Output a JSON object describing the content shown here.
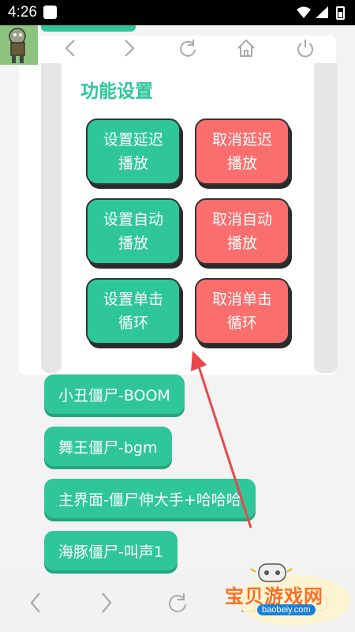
{
  "status_bar": {
    "time": "4:26"
  },
  "browser_nav": [
    "back-icon",
    "forward-icon",
    "refresh-icon",
    "home-icon",
    "power-icon"
  ],
  "section": {
    "title": "功能设置"
  },
  "buttons": [
    {
      "label": "设置延迟播放",
      "line1": "设置延迟",
      "line2": "播放"
    },
    {
      "label": "取消延迟播放",
      "line1": "取消延迟",
      "line2": "播放"
    },
    {
      "label": "设置自动播放",
      "line1": "设置自动",
      "line2": "播放"
    },
    {
      "label": "取消自动播放",
      "line1": "取消自动",
      "line2": "播放"
    },
    {
      "label": "设置单击循环",
      "line1": "设置单击",
      "line2": "循环"
    },
    {
      "label": "取消单击循环",
      "line1": "取消单击",
      "line2": "循环"
    }
  ],
  "sound_items": [
    "小丑僵尸-BOOM",
    "舞王僵尸-bgm",
    "主界面-僵尸伸大手+哈哈哈",
    "海豚僵尸-叫声1"
  ],
  "watermark": {
    "text": "宝贝游戏网",
    "url": "baobeiy.com"
  },
  "colors": {
    "accent_green": "#2fc79a",
    "cancel_red": "#fa6e6e",
    "arrow_red": "#e8484a"
  }
}
